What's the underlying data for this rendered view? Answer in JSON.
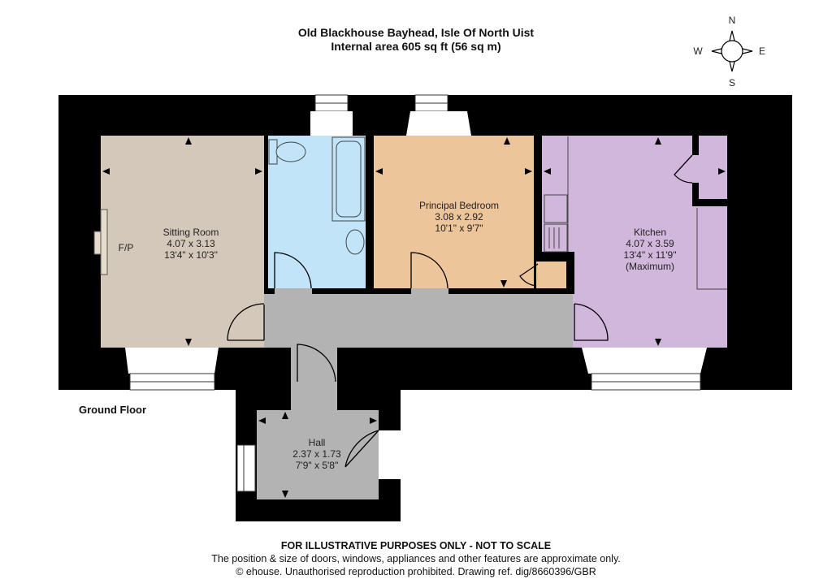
{
  "header": {
    "title": "Old Blackhouse Bayhead, Isle Of North Uist",
    "subtitle": "Internal area 605 sq ft (56 sq m)"
  },
  "compass": {
    "n": "N",
    "s": "S",
    "e": "E",
    "w": "W"
  },
  "floor_label": "Ground Floor",
  "rooms": {
    "sitting": {
      "name": "Sitting Room",
      "metric": "4.07 x 3.13",
      "imperial": "13'4\" x 10'3\"",
      "fp": "F/P"
    },
    "bedroom": {
      "name": "Principal Bedroom",
      "metric": "3.08 x 2.92",
      "imperial": "10'1\" x 9'7\""
    },
    "kitchen": {
      "name": "Kitchen",
      "metric": "4.07 x 3.59",
      "imperial": "13'4\" x 11'9\"",
      "note": "(Maximum)"
    },
    "hall": {
      "name": "Hall",
      "metric": "2.37 x 1.73",
      "imperial": "7'9\" x 5'8\""
    }
  },
  "colors": {
    "sitting": "#d4c8ba",
    "bathroom": "#c2e4f8",
    "bedroom": "#edc59b",
    "kitchen": "#d1b7dc",
    "hall": "#b3b3b3",
    "wall": "#000000"
  },
  "footer": {
    "line1": "FOR ILLUSTRATIVE PURPOSES ONLY - NOT TO SCALE",
    "line2": "The position & size of doors, windows, appliances and other features are approximate only.",
    "line3": "© ehouse. Unauthorised reproduction prohibited. Drawing ref. dig/8660396/GBR"
  }
}
